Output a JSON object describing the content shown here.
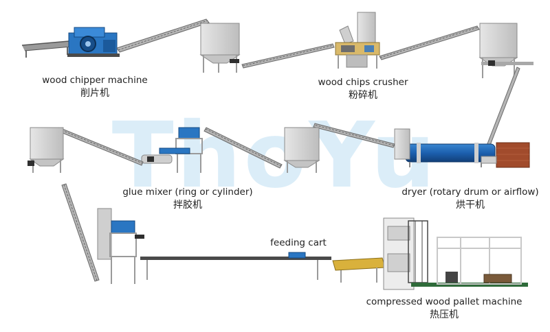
{
  "watermark": {
    "text": "ThoYu",
    "color": "#9fd0ee",
    "accent": "#e8926a"
  },
  "colors": {
    "machine_blue": "#1f6fb8",
    "dryer_blue": "#1c5fae",
    "steel": "#b9b9b9",
    "silo": "#d4d4d4",
    "conveyor": "#8e8e8e",
    "brick": "#9b4a2e",
    "frame": "#c8c8c8",
    "yellow": "#d7b13a"
  },
  "steps": {
    "chipper": {
      "en": "wood chipper machine",
      "zh": "削片机",
      "icon": "wood-chipper-icon"
    },
    "crusher": {
      "en": "wood chips crusher",
      "zh": "粉碎机",
      "icon": "crusher-icon"
    },
    "dryer": {
      "en": "dryer (rotary drum or airflow)",
      "zh": "烘干机",
      "icon": "rotary-dryer-icon"
    },
    "mixer": {
      "en": "glue mixer (ring or cylinder)",
      "zh": "拌胶机",
      "icon": "glue-mixer-icon"
    },
    "cart": {
      "en": "feeding cart",
      "icon": "feeding-cart-icon"
    },
    "press": {
      "en": "compressed wood pallet machine",
      "zh": "热压机",
      "icon": "pallet-press-icon"
    }
  }
}
